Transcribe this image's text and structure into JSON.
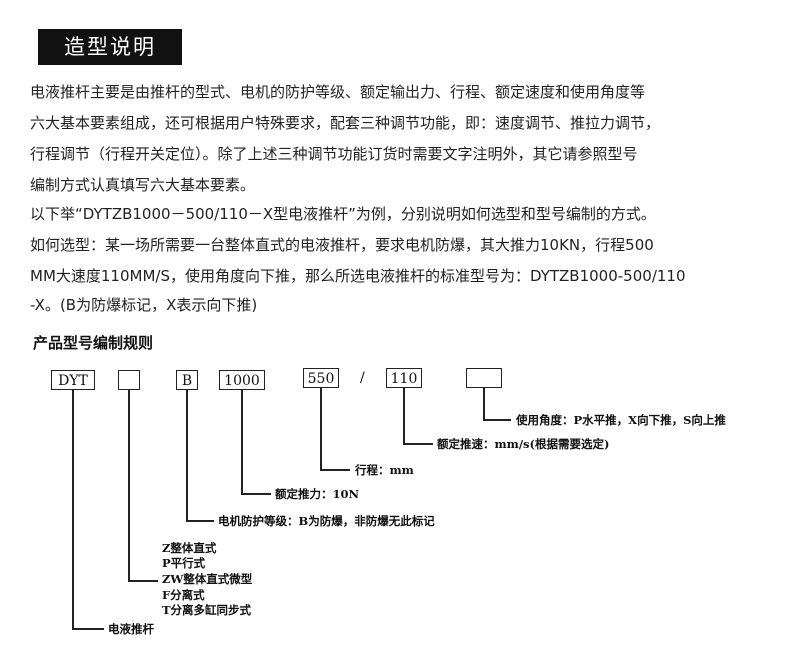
{
  "header": {
    "title": "造型说明"
  },
  "body": {
    "p1_lines": [
      "电液推杆主要是由推杆的型式、电机的防护等级、额定输出力、行程、额定速度和使用角度等",
      "六大基本要素组成，还可根据用户特殊要求，配套三种调节功能，即：速度调节、推拉力调节，",
      "行程调节（行程开关定位）。除了上述三种调节功能订货时需要文字注明外，其它请参照型号",
      "编制方式认真填写六大基本要素。"
    ],
    "p2_line": "以下举“DYTZB1000－500/110－X型电液推杆”为例，分别说明如何选型和型号编制的方式。",
    "p3_lines": [
      "如何选型：某一场所需要一台整体直式的电液推杆，要求电机防爆，其大推力10KN，行程500",
      "MM大速度110MM/S，使用角度向下推，那么所选电液推杆的标准型号为：DYTZB1000-500/110",
      "-X。(B为防爆标记，X表示向下推)"
    ]
  },
  "diagram": {
    "heading": "产品型号编制规则",
    "boxes": {
      "b1": "DYT",
      "b2": "",
      "b3": "B",
      "b4": "1000",
      "b5": "550",
      "slash": "/",
      "b6": "110",
      "b7": ""
    },
    "labels": {
      "angle": "使用角度：P水平推，X向下推，S向上推",
      "speed": "额定推速：mm/s(根据需要选定)",
      "stroke": "行程：mm",
      "thrust": "额定推力：10N",
      "motor": "电机防护等级：B为防爆，非防爆无此标记",
      "types": [
        "Z整体直式",
        "P平行式",
        "ZW整体直式微型",
        "F分离式",
        "T分离多缸同步式"
      ],
      "product": "电液推杆"
    }
  }
}
